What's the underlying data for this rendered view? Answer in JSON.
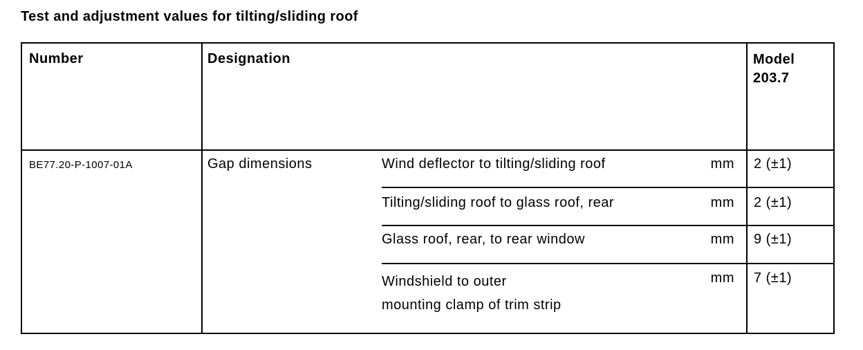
{
  "page_title": "Test and adjustment values for tilting/sliding roof",
  "table": {
    "headers": {
      "number": "Number",
      "designation": "Designation",
      "model_line1": "Model",
      "model_line2": "203.7"
    },
    "row": {
      "number": "BE77.20-P-1007-01A",
      "designation": "Gap dimensions",
      "gap_rows": [
        {
          "description": "Wind deflector to tilting/sliding roof",
          "unit": "mm",
          "value": "2 (±1)"
        },
        {
          "description": "Tilting/sliding roof to glass roof, rear",
          "unit": "mm",
          "value": "2 (±1)"
        },
        {
          "description": "Glass roof, rear, to rear window",
          "unit": "mm",
          "value": "9 (±1)"
        },
        {
          "description": "Windshield to outer",
          "description_line2": "mounting clamp of trim strip",
          "unit": "mm",
          "value": "7 (±1)"
        }
      ]
    }
  }
}
